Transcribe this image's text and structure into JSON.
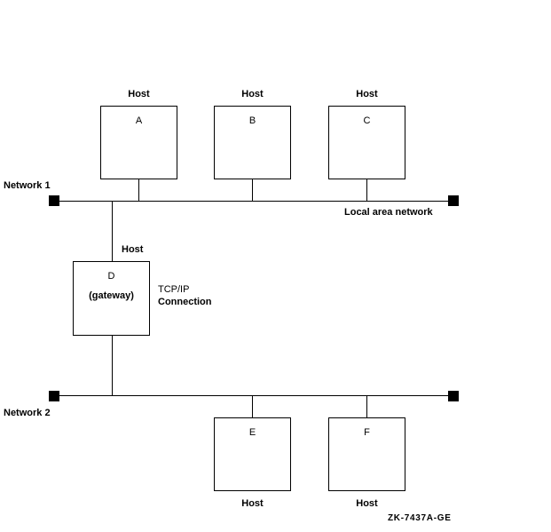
{
  "figure": {
    "id_label": "ZK-7437A-GE",
    "background_color": "#ffffff",
    "line_color": "#000000"
  },
  "networks": [
    {
      "key": "network1",
      "label": "Network 1",
      "media_label": "Local area network",
      "terminator_left": "bus-terminator",
      "terminator_right": "bus-terminator"
    },
    {
      "key": "network2",
      "label": "Network 2",
      "media_label": "",
      "terminator_left": "bus-terminator",
      "terminator_right": "bus-terminator"
    }
  ],
  "hosts": [
    {
      "key": "host_a",
      "cap_label": "Host",
      "name": "A",
      "sub_name": "",
      "network": "network1",
      "cap_position": "above"
    },
    {
      "key": "host_b",
      "cap_label": "Host",
      "name": "B",
      "sub_name": "",
      "network": "network1",
      "cap_position": "above"
    },
    {
      "key": "host_c",
      "cap_label": "Host",
      "name": "C",
      "sub_name": "",
      "network": "network1",
      "cap_position": "above"
    },
    {
      "key": "host_d",
      "cap_label": "Host",
      "name": "D",
      "sub_name": "(gateway)",
      "network": "network1,network2",
      "cap_position": "above-right"
    },
    {
      "key": "host_e",
      "cap_label": "Host",
      "name": "E",
      "sub_name": "",
      "network": "network2",
      "cap_position": "below"
    },
    {
      "key": "host_f",
      "cap_label": "Host",
      "name": "F",
      "sub_name": "",
      "network": "network2",
      "cap_position": "below"
    }
  ],
  "connection": {
    "line1": "TCP/IP",
    "line2": "Connection"
  }
}
